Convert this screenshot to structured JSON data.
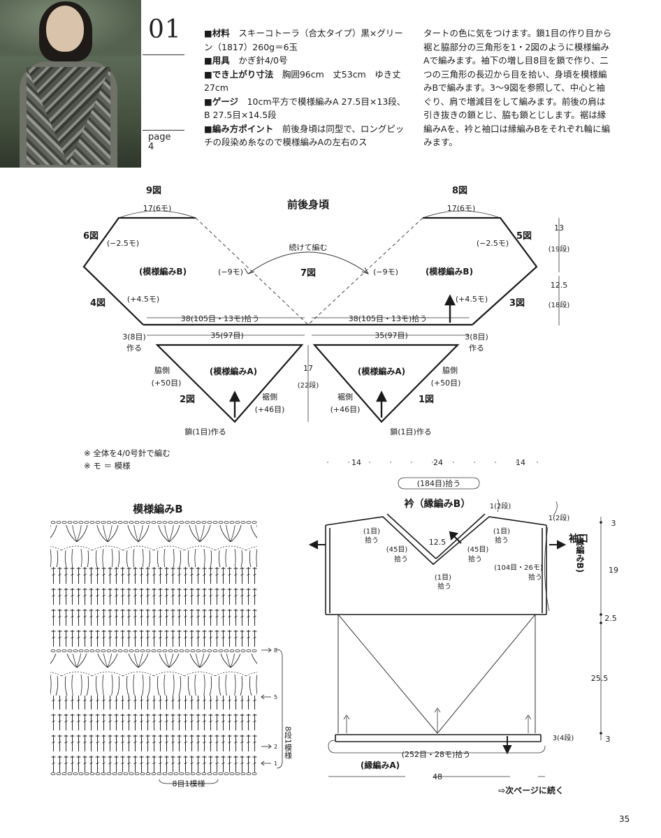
{
  "header": {
    "pattern_number": "01",
    "page_label": "page",
    "page_ref": "4"
  },
  "specs": [
    {
      "label": "■材料",
      "text": "スキーコトーラ（合太タイプ）黒×グリーン（1817）260g＝6玉"
    },
    {
      "label": "■用具",
      "text": "かぎ針4/0号"
    },
    {
      "label": "■でき上がり寸法",
      "text": "胸囲96cm　丈53cm　ゆき丈27cm"
    },
    {
      "label": "■ゲージ",
      "text": "10cm平方で模様編みA 27.5目×13段、B 27.5目×14.5段"
    },
    {
      "label": "■編み方ポイント",
      "text": "前後身頃は同型で、ロングピッチの段染め糸なので模様編みAの左右のス"
    }
  ],
  "instructions_cont": "タートの色に気をつけます。鎖1目の作り目から裾と脇部分の三角形を1・2図のように模様編みAで編みます。袖下の増し目8目を鎖で作り、二つの三角形の長辺から目を拾い、身頃を模様編みBで編みます。3～9図を参照して、中心と袖ぐり、肩で増減目をして編みます。前後の肩は引き抜きの鎖とじ、脇も鎖とじします。裾は縁編みAを、衿と袖口は縁編みBをそれぞれ輪に編みます。",
  "body_diagram": {
    "title": "前後身頃",
    "fig9": "9図",
    "fig8": "8図",
    "fig6": "6図",
    "fig5": "5図",
    "fig4": "4図",
    "fig3": "3図",
    "fig7": "7図",
    "fig2": "2図",
    "fig1": "1図",
    "top_left": "17(6モ)",
    "top_right": "17(6モ)",
    "dec_left": "(−2.5モ)",
    "dec_right": "(−2.5モ)",
    "inc_left": "(+4.5モ)",
    "inc_right": "(+4.5モ)",
    "center_left": "(−9モ)",
    "center_right": "(−9モ)",
    "continue": "続けて編む",
    "patB_left": "(模様編みB)",
    "patB_right": "(模様編みB)",
    "pick_left": "38(105目・13モ)拾う",
    "pick_right": "38(105目・13モ)拾う",
    "width_left": "35(97目)",
    "width_right": "35(97目)",
    "side_left_a": "3(8目)",
    "side_left_b": "作る",
    "side_right_a": "3(8目)",
    "side_right_b": "作る",
    "patA_left": "(模様編みA)",
    "patA_right": "(模様編みA)",
    "waki": "脇側",
    "waki_inc": "(+50目)",
    "suso": "裾側",
    "suso_inc": "(+46目)",
    "chain_left": "鎖(1目)作る",
    "chain_right": "鎖(1目)作る",
    "height_a_num": "13",
    "height_a_sub": "(19段)",
    "height_b_num": "12.5",
    "height_b_sub": "(18段)",
    "height_c_num": "17",
    "height_c_sub": "(22段)"
  },
  "notes": [
    "※ 全体を4/0号針で編む",
    "※ モ ＝ 模様"
  ],
  "stitch_chart": {
    "title": "模様編みB",
    "rows": [
      "8",
      "5",
      "2",
      "1"
    ],
    "repeat_rows": "8段1模様",
    "repeat_sts": "8目1模様"
  },
  "finish_diagram": {
    "top_dims": [
      "14",
      "24",
      "14"
    ],
    "collar_pick": "(184目)拾う",
    "collar": "衿（縁編みB）",
    "collar_rows": "1(2段)",
    "cuff_rows": "1(2段)",
    "one_pick": "(1目)",
    "one_pick2": "拾う",
    "pick45": "(45目)",
    "pick45b": "拾う",
    "depth": "12.5",
    "cuff": "袖口",
    "cuff_sub": "(縁編みB)",
    "cuff_pick": "(104目・26モ)",
    "cuff_pick2": "拾う",
    "right_dims": [
      "3",
      "19",
      "2.5",
      "25.5",
      "3"
    ],
    "hem_rows": "3(4段)",
    "hem_pick": "(252目・28モ)拾う",
    "hem": "(縁編みA)",
    "width": "48",
    "next": "⇨次ページに続く"
  },
  "page_number": "35"
}
